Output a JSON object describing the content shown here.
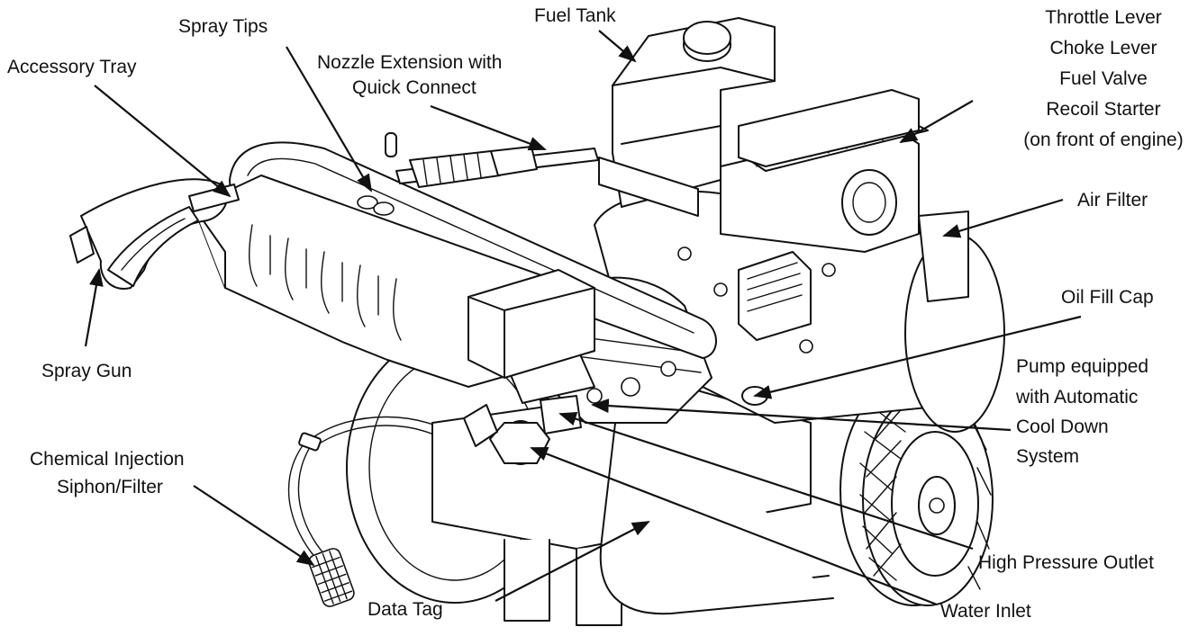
{
  "diagram": {
    "labels": {
      "spray_tips": "Spray Tips",
      "fuel_tank": "Fuel Tank",
      "accessory_tray": "Accessory Tray",
      "nozzle_extension": [
        "Nozzle Extension with",
        "Quick Connect"
      ],
      "engine_controls": [
        "Throttle Lever",
        "Choke Lever",
        "Fuel Valve",
        "Recoil Starter",
        "(on front of engine)"
      ],
      "air_filter": "Air Filter",
      "oil_fill_cap": "Oil Fill Cap",
      "spray_gun": "Spray Gun",
      "pump": [
        "Pump equipped",
        "with Automatic",
        "Cool Down",
        "System"
      ],
      "chemical_injection": [
        "Chemical Injection",
        "Siphon/Filter"
      ],
      "high_pressure_outlet": "High Pressure Outlet",
      "data_tag": "Data Tag",
      "water_inlet": "Water Inlet"
    },
    "colors": {
      "ink": "#111111",
      "background": "#ffffff"
    }
  }
}
